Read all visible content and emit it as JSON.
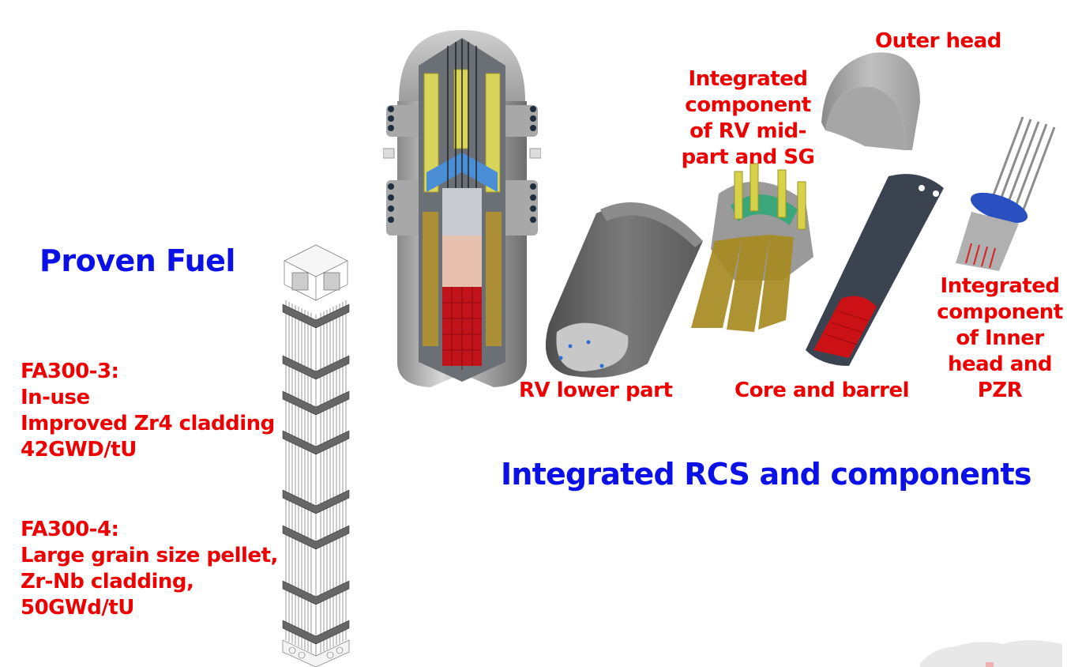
{
  "colors": {
    "label_red": "#ee0000",
    "title_blue": "#0a10e6",
    "background": "#ffffff"
  },
  "fuel_section": {
    "title": "Proven Fuel",
    "fa300_3": {
      "lines": [
        "FA300-3:",
        "In-use",
        "Improved Zr4 cladding",
        "42GWD/tU"
      ]
    },
    "fa300_4": {
      "lines": [
        "FA300-4:",
        "Large grain size pellet,",
        "Zr-Nb cladding,",
        "50GWd/tU"
      ]
    }
  },
  "rcs_section": {
    "title": "Integrated RCS and components",
    "components": {
      "outer_head": {
        "lines": [
          "Outer head"
        ]
      },
      "rv_mid_sg": {
        "lines": [
          "Integrated",
          "component",
          "of RV mid-",
          "part and SG"
        ]
      },
      "inner_head_pzr": {
        "lines": [
          "Integrated",
          "component",
          "of Inner",
          "head and",
          "PZR"
        ]
      },
      "rv_lower": {
        "lines": [
          "RV lower part"
        ]
      },
      "core_barrel": {
        "lines": [
          "Core and barrel"
        ]
      }
    }
  },
  "illustrations": [
    "fuel-assembly-icon",
    "reactor-vessel-cutaway-icon",
    "rv-lower-part-icon",
    "rv-midpart-sg-icon",
    "outer-head-icon",
    "core-barrel-icon",
    "inner-head-pzr-icon",
    "world-map-watermark-icon"
  ]
}
